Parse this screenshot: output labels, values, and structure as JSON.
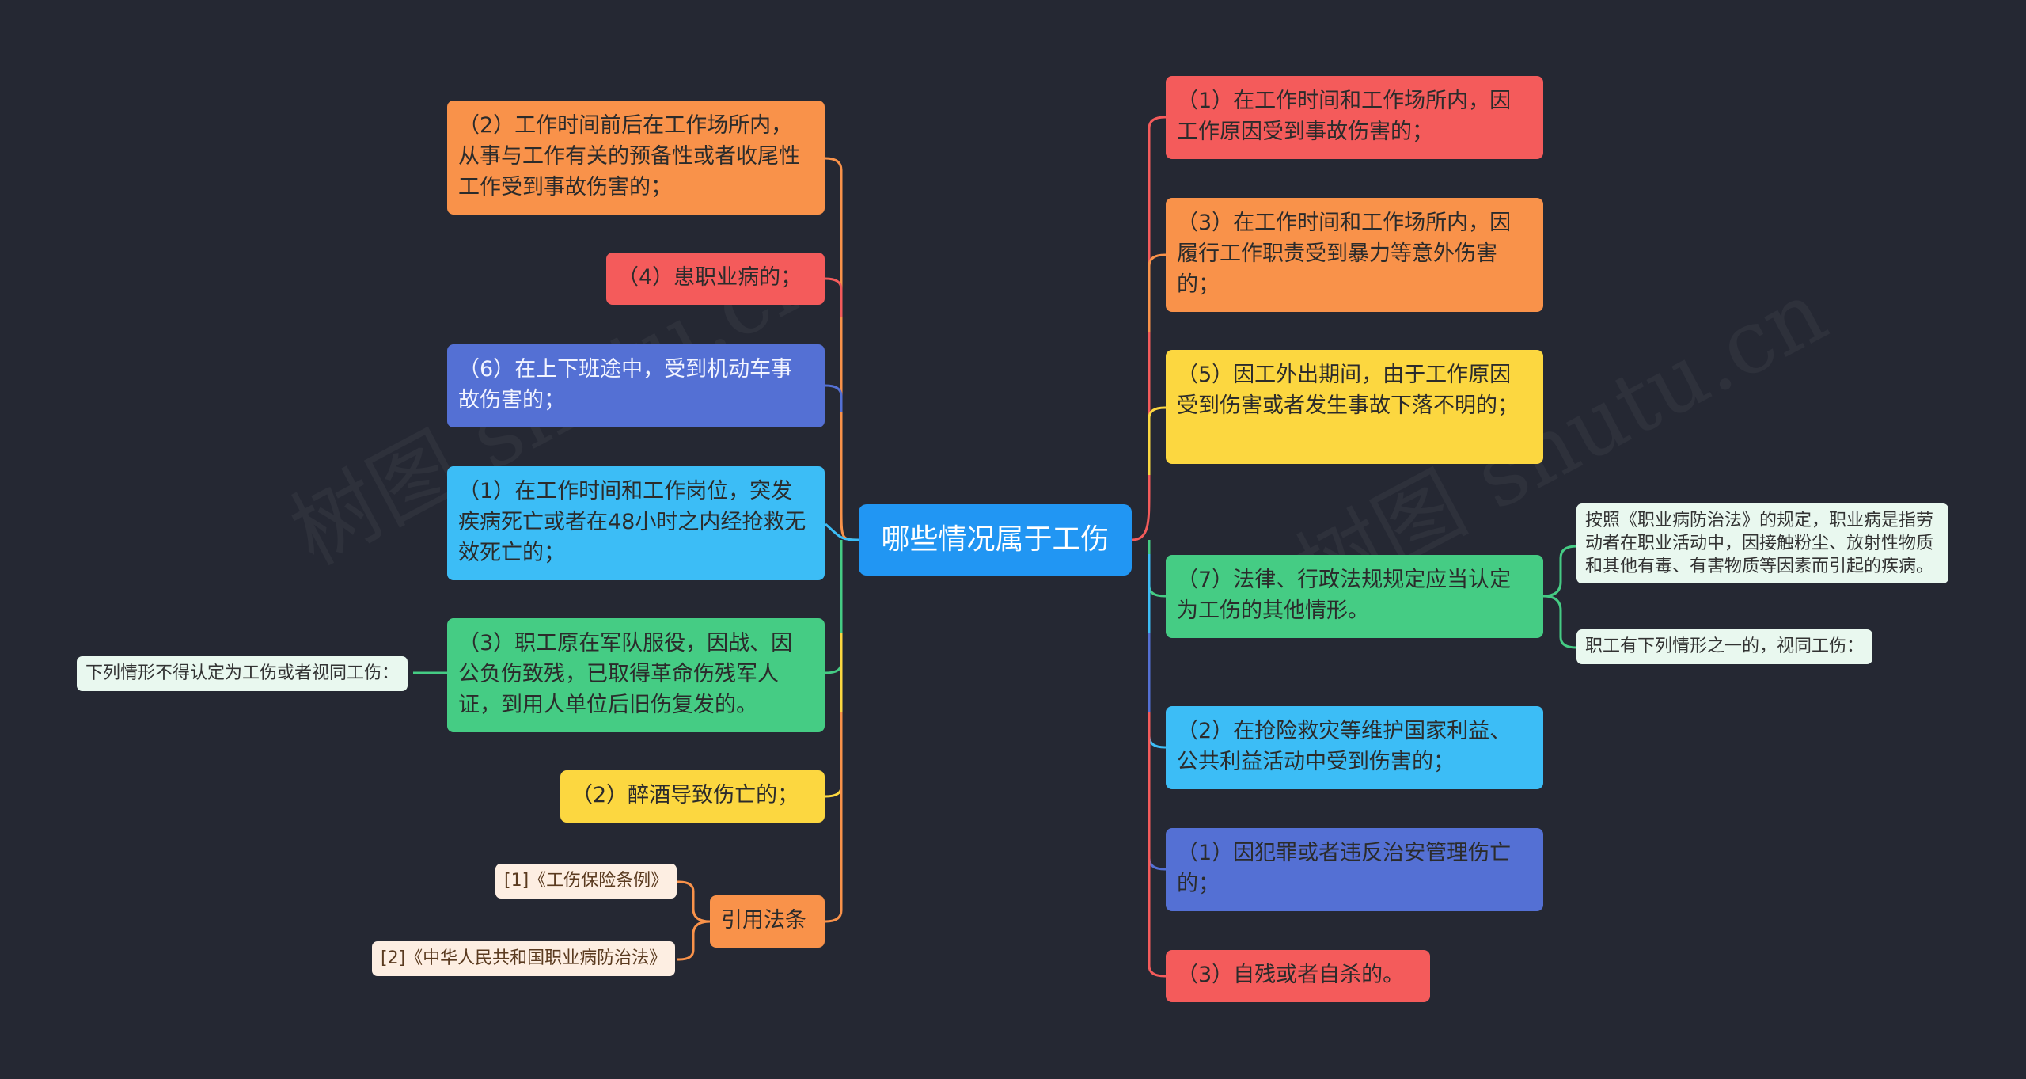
{
  "root": {
    "label": "哪些情况属于工伤"
  },
  "left_nodes": [
    {
      "label": "（2）工作时间前后在工作场所内，从事与工作有关的预备性或者收尾性工作受到事故伤害的；"
    },
    {
      "label": "（4）患职业病的；"
    },
    {
      "label": "（6）在上下班途中，受到机动车事故伤害的；"
    },
    {
      "label": "（1）在工作时间和工作岗位，突发疾病死亡或者在48小时之内经抢救无效死亡的；"
    },
    {
      "label": "（3）职工原在军队服役，因战、因公负伤致残，已取得革命伤残军人证，到用人单位后旧伤复发的。"
    },
    {
      "label": "（2）醉酒导致伤亡的；"
    },
    {
      "label": "引用法条"
    }
  ],
  "left_leaves": {
    "note": "下列情形不得认定为工伤或者视同工伤：",
    "ref1": "[1]《工伤保险条例》",
    "ref2": "[2]《中华人民共和国职业病防治法》"
  },
  "right_nodes": [
    {
      "label": "（1）在工作时间和工作场所内，因工作原因受到事故伤害的；"
    },
    {
      "label": "（3）在工作时间和工作场所内，因履行工作职责受到暴力等意外伤害的；"
    },
    {
      "label": "（5）因工外出期间，由于工作原因受到伤害或者发生事故下落不明的；"
    },
    {
      "label": "（7）法律、行政法规规定应当认定为工伤的其他情形。"
    },
    {
      "label": "（2）在抢险救灾等维护国家利益、公共利益活动中受到伤害的；"
    },
    {
      "label": "（1）因犯罪或者违反治安管理伤亡的；"
    },
    {
      "label": "（3）自残或者自杀的。"
    }
  ],
  "right_leaves": {
    "definition": "按照《职业病防治法》的规定，职业病是指劳动者在职业活动中，因接触粉尘、放射性物质和其他有毒、有害物质等因素而引起的疾病。",
    "note": "职工有下列情形之一的，视同工伤："
  },
  "watermark": {
    "text": "树图 shutu.cn"
  },
  "colors": {
    "background": "#252833",
    "root": "#2196f3",
    "red": "#f45b5b",
    "orange": "#f9924a",
    "yellow": "#fcd740",
    "green": "#45cc84",
    "cyan": "#3cbdf6",
    "indigo": "#5470d4"
  }
}
